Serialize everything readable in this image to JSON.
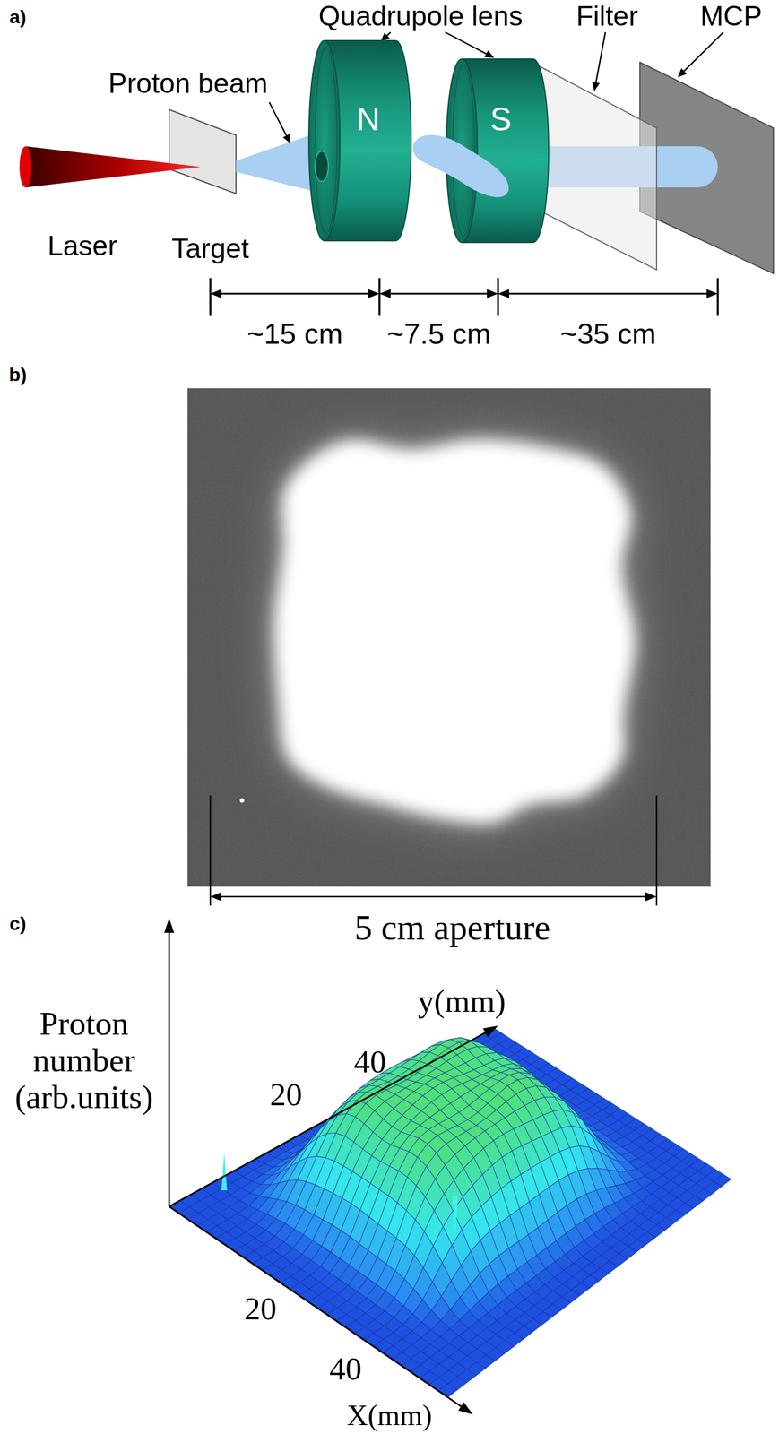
{
  "diagram": {
    "nodes": [
      {
        "text": [
          "N"
        ]
      },
      {
        "text": [
          "S"
        ]
      }
    ],
    "labels": [
      "a)",
      "Quadrupole lens",
      "Filter",
      "MCP",
      "Proton beam",
      "Laser",
      "Target",
      "~15 cm",
      "~7.5 cm",
      "~35 cm",
      "b)",
      "5 cm aperture",
      "c)",
      "Proton number (arb.units)",
      "y(mm)",
      "40",
      "20",
      "20",
      "40",
      "X(mm)"
    ]
  }
}
